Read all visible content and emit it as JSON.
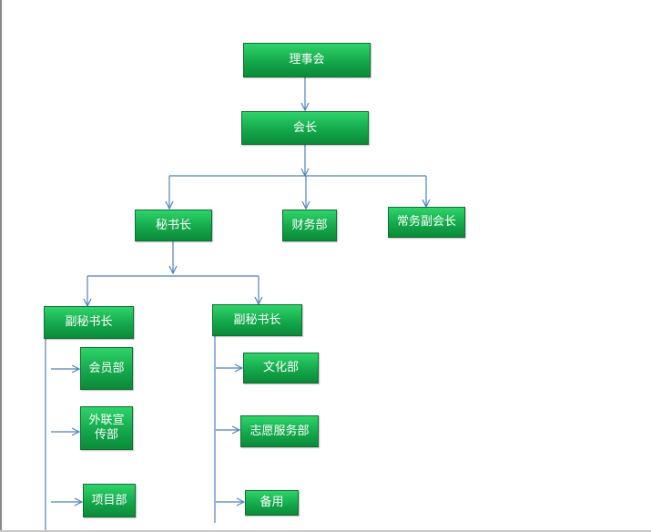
{
  "org_chart": {
    "board": "理事会",
    "president": "会长",
    "secretary_general": "秘书长",
    "finance": "财务部",
    "executive_vp": "常务副会长",
    "deputy_sg_1": "副秘书长",
    "deputy_sg_2": "副秘书长",
    "membership": "会员部",
    "liaison_pr": "外联宣\n传部",
    "projects": "项目部",
    "culture": "文化部",
    "volunteer": "志愿服务部",
    "reserve": "备用"
  },
  "colors": {
    "node_fill": "#18b04f",
    "connector": "#4f81bd"
  }
}
